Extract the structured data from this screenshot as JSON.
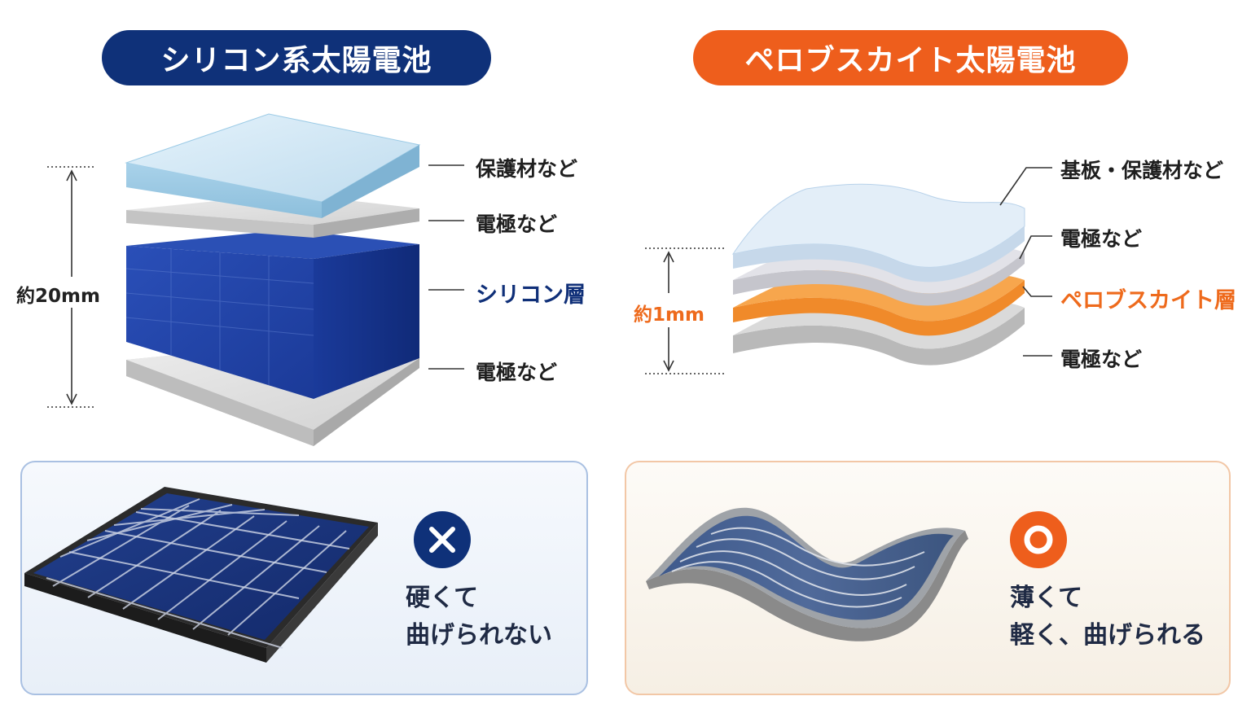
{
  "silicon": {
    "title": "シリコン系太陽電池",
    "layer_labels": [
      "保護材など",
      "電極など",
      "シリコン層",
      "電極など"
    ],
    "thickness": "約20mm",
    "verdict": {
      "line1": "硬くて",
      "line2": "曲げられない",
      "icon": "cross-icon"
    }
  },
  "perovskite": {
    "title": "ペロブスカイト太陽電池",
    "layer_labels": [
      "基板・保護材など",
      "電極など",
      "ペロブスカイト層",
      "電極など"
    ],
    "thickness": "約1mm",
    "verdict": {
      "line1": "薄くて",
      "line2": "軽く、曲げられる",
      "icon": "circle-icon"
    }
  },
  "colors": {
    "silicon_accent": "#0f3179",
    "perovskite_accent": "#ee5e1c"
  }
}
